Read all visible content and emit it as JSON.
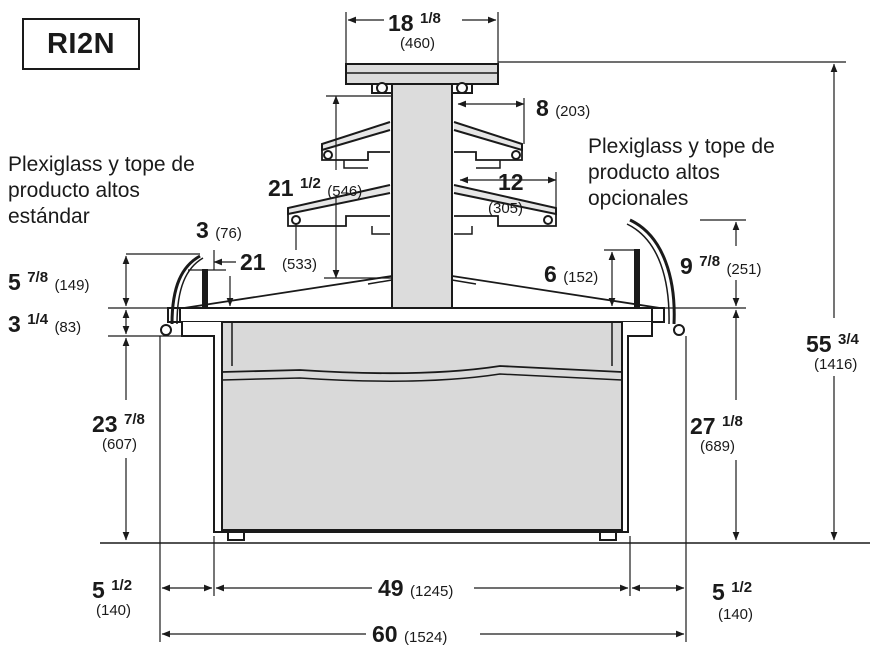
{
  "model": "RI2N",
  "notes": {
    "standard": "Plexiglass y tope de\nproducto altos\nestándar",
    "optional": "Plexiglass y tope de\nproducto altos\nopcionales"
  },
  "dims": {
    "top_width": {
      "whole": "18",
      "frac": "1/8",
      "mm": "(460)"
    },
    "shelf_depth_top": {
      "whole": "8",
      "mm": "(203)"
    },
    "shelf_depth_mid": {
      "whole": "12",
      "mm": "(305)"
    },
    "upper_span": {
      "whole": "21",
      "frac": "1/2",
      "mm": "(546)"
    },
    "lower_span": {
      "whole": "21",
      "mm": "(533)"
    },
    "left_stop": {
      "whole": "3",
      "mm": "(76)"
    },
    "left_plexi": {
      "whole": "5",
      "frac": "7/8",
      "mm": "(149)"
    },
    "rim": {
      "whole": "3",
      "frac": "1/4",
      "mm": "(83)"
    },
    "right_stop": {
      "whole": "6",
      "mm": "(152)"
    },
    "right_plexi": {
      "whole": "9",
      "frac": "7/8",
      "mm": "(251)"
    },
    "overall_height": {
      "whole": "55",
      "frac": "3/4",
      "mm": "(1416)"
    },
    "left_height": {
      "whole": "23",
      "frac": "7/8",
      "mm": "(607)"
    },
    "right_height": {
      "whole": "27",
      "frac": "1/8",
      "mm": "(689)"
    },
    "base_width": {
      "whole": "49",
      "mm": "(1245)"
    },
    "left_overhang": {
      "whole": "5",
      "frac": "1/2",
      "mm": "(140)"
    },
    "right_overhang": {
      "whole": "5",
      "frac": "1/2",
      "mm": "(140)"
    },
    "overall_width": {
      "whole": "60",
      "mm": "(1524)"
    }
  }
}
